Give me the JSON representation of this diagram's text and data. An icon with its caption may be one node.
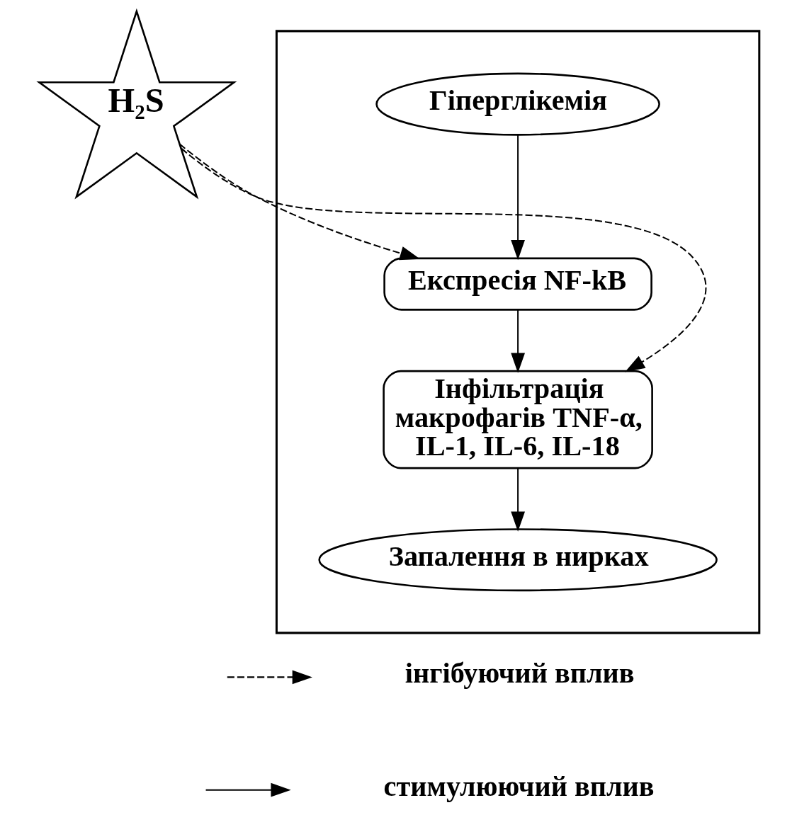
{
  "diagram": {
    "nodes": [
      {
        "text": [
          "H₂S"
        ]
      },
      {
        "text": [],
        "shape": "box"
      },
      {
        "text": [
          "Гіперглікемія"
        ],
        "in": 1
      },
      {
        "text": [
          "Експресія NF-kB"
        ],
        "in": 1
      },
      {
        "text": [
          "Інфільтрація макрофагів TNF-α, IL-1, IL-6, IL-18"
        ],
        "in": 1
      },
      {
        "text": [
          "Запалення в нирках"
        ],
        "in": 1
      }
    ],
    "edges": [
      {
        "from": 2,
        "to": 3,
        "arrow": "to"
      },
      {
        "from": 3,
        "to": 4,
        "arrow": "to"
      },
      {
        "from": 4,
        "to": 5,
        "arrow": "to"
      },
      {
        "from": 0,
        "to": 3,
        "arrow": "to",
        "style": "dashed"
      },
      {
        "from": 0,
        "to": 4,
        "arrow": "to",
        "style": "dashed"
      }
    ],
    "legend": [
      {
        "text": "інгібуючий вплив"
      },
      {
        "text": "стимулюючий вплив"
      }
    ]
  }
}
